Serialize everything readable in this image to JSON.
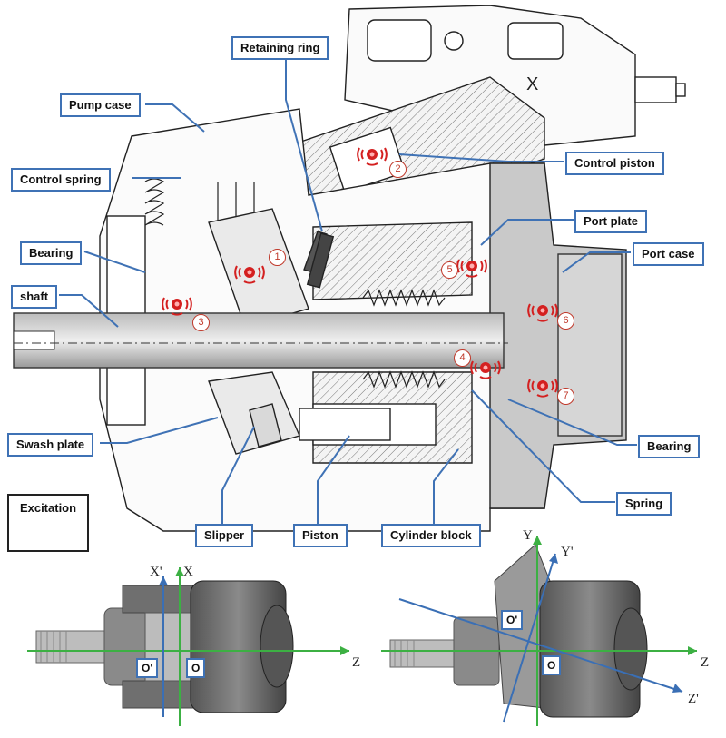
{
  "labels": {
    "retaining_ring": "Retaining ring",
    "pump_case": "Pump case",
    "control_spring": "Control spring",
    "control_piston": "Control piston",
    "port_plate": "Port plate",
    "port_case": "Port case",
    "bearing_left": "Bearing",
    "shaft": "shaft",
    "swash_plate": "Swash plate",
    "bearing_right": "Bearing",
    "spring": "Spring",
    "slipper": "Slipper",
    "piston": "Piston",
    "cylinder_block": "Cylinder block",
    "section_x": "X"
  },
  "legend": {
    "title": "Excitation"
  },
  "excitation_points": [
    "1",
    "2",
    "3",
    "4",
    "5",
    "6",
    "7"
  ],
  "coordinate_left": {
    "x_prime": "X'",
    "x": "X",
    "z": "Z",
    "o_prime": "O'",
    "o": "O"
  },
  "coordinate_right": {
    "y": "Y",
    "y_prime": "Y'",
    "z": "Z",
    "z_prime": "Z'",
    "o_prime": "O'",
    "o": "O"
  },
  "colors": {
    "callout": "#3f72b5",
    "excitation": "#d42020",
    "axis_green": "#3cb043",
    "axis_blue": "#3a6fb5"
  }
}
